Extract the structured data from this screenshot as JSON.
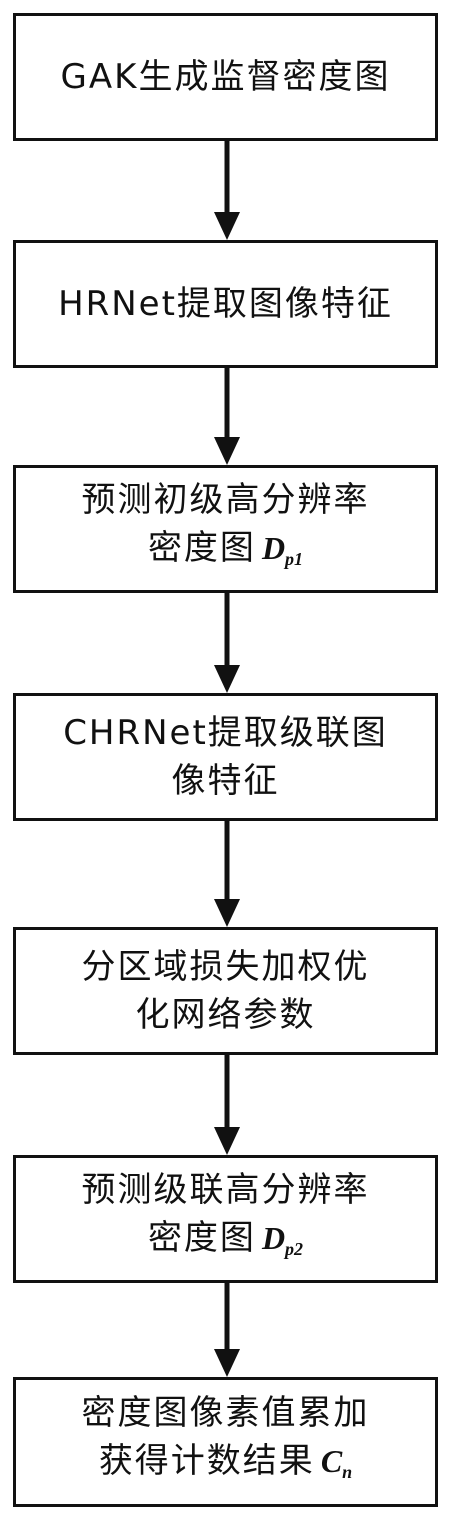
{
  "steps": [
    {
      "lines": [
        "GAK生成监督密度图"
      ]
    },
    {
      "lines": [
        "HRNet提取图像特征"
      ]
    },
    {
      "lines": [
        "预测初级高分辨率",
        "密度图"
      ],
      "var": {
        "base": "D",
        "sub": "p1"
      }
    },
    {
      "lines": [
        "CHRNet提取级联图",
        "像特征"
      ]
    },
    {
      "lines": [
        "分区域损失加权优",
        "化网络参数"
      ]
    },
    {
      "lines": [
        "预测级联高分辨率",
        "密度图"
      ],
      "var": {
        "base": "D",
        "sub": "p2"
      }
    },
    {
      "lines": [
        "密度图像素值累加",
        "获得计数结果"
      ],
      "var": {
        "base": "C",
        "sub": "n"
      }
    }
  ]
}
